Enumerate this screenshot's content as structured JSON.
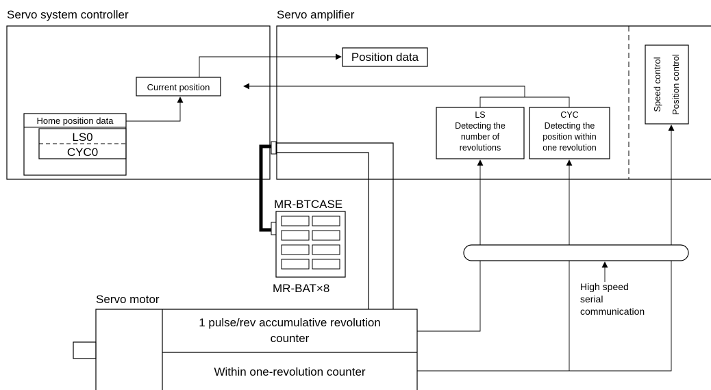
{
  "titles": {
    "controller": "Servo system controller",
    "amplifier": "Servo amplifier",
    "motor": "Servo motor"
  },
  "controller": {
    "current_position": "Current position",
    "home_position_data": "Home position data",
    "ls0": "LS0",
    "cyc0": "CYC0"
  },
  "amplifier": {
    "position_data": "Position data",
    "ls_block": [
      "LS",
      "Detecting the",
      "number of",
      "revolutions"
    ],
    "cyc_block": [
      "CYC",
      "Detecting the",
      "position within",
      "one revolution"
    ],
    "speed_control": "Speed control",
    "position_control": "Position control"
  },
  "battery": {
    "case_label": "MR-BTCASE",
    "battery_label": "MR-BAT×8"
  },
  "communication": {
    "label": [
      "High speed",
      "serial",
      "communication"
    ]
  },
  "motor": {
    "pulse_counter": [
      "1 pulse/rev accumulative revolution",
      "counter"
    ],
    "within_counter": "Within one-revolution counter"
  }
}
